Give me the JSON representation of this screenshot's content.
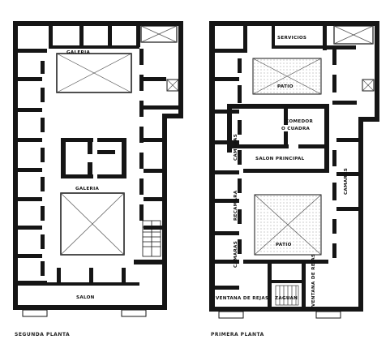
{
  "left_plan": {
    "caption": "SEGUNDA PLANTA",
    "rooms": {
      "galeria_top": "GALERIA",
      "galeria_mid": "GALERIA",
      "salon": "SALON"
    }
  },
  "right_plan": {
    "caption": "PRIMERA PLANTA",
    "rooms": {
      "servicios": "SERVICIOS",
      "patio_top": "PATIO",
      "comedor_1": "COMEDOR",
      "comedor_2": "O CUADRA",
      "salon_principal": "SALON PRINCIPAL",
      "camaras_1": "CAMARAS",
      "camaras_2": "CAMARAS",
      "camaras_3": "CAMARAS",
      "recamara": "RECAMARA",
      "patio_bottom": "PATIO",
      "ventana_1": "VENTANA DE REJAS",
      "ventana_2": "VENTANA DE REJAS",
      "zaguan": "ZAGUAN"
    }
  },
  "colors": {
    "wall": "#151515",
    "paper": "#ffffff",
    "hatch": "#555555"
  }
}
